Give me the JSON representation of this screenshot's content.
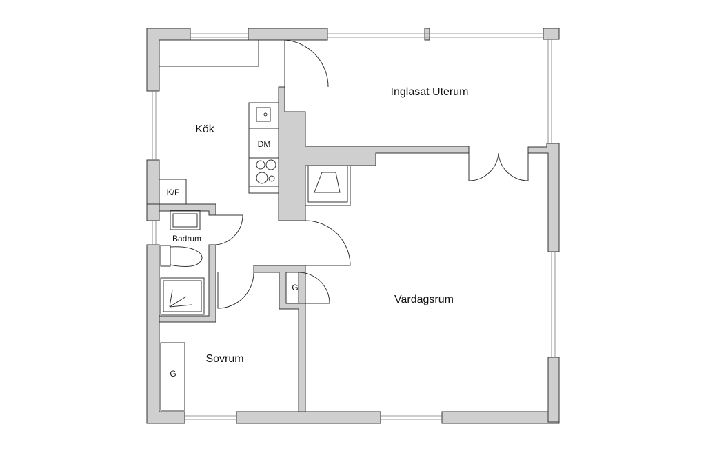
{
  "plan": {
    "rooms": {
      "uterum": "Inglasat Uterum",
      "kok": "Kök",
      "dm": "DM",
      "kf": "K/F",
      "badrum": "Badrum",
      "g_hall": "G",
      "vardagsrum": "Vardagsrum",
      "sovrum": "Sovrum",
      "g_sovrum": "G"
    },
    "colors": {
      "wall": "#cfcfcf",
      "line": "#333333"
    }
  }
}
